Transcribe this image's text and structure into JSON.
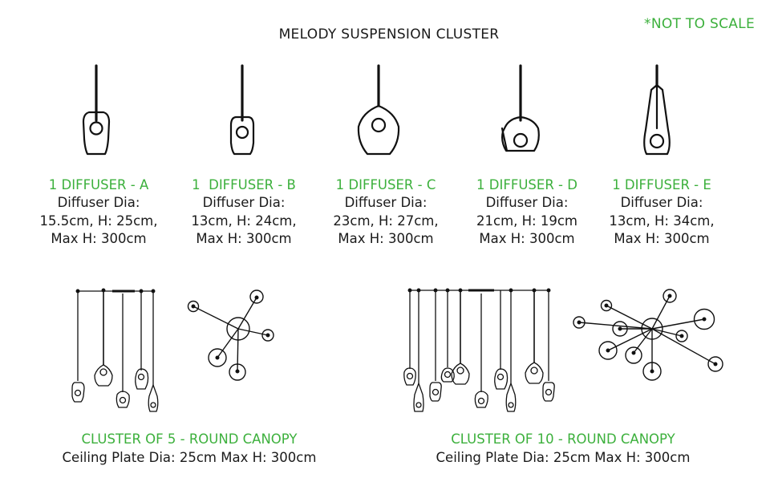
{
  "title": "MELODY SUSPENSION CLUSTER",
  "note": "*NOT TO SCALE",
  "diffusers": [
    {
      "name": "1 DIFFUSER - A",
      "line1": "Diffuser Dia:",
      "line2": "15.5cm, H: 25cm,",
      "line3": "Max H: 300cm"
    },
    {
      "name": "1  DIFFUSER - B",
      "line1": "Diffuser Dia:",
      "line2": "13cm, H: 24cm,",
      "line3": "Max H: 300cm"
    },
    {
      "name": "1 DIFFUSER - C",
      "line1": "Diffuser Dia:",
      "line2": "23cm, H: 27cm,",
      "line3": "Max H: 300cm"
    },
    {
      "name": "1 DIFFUSER - D",
      "line1": "Diffuser Dia:",
      "line2": "21cm, H: 19cm",
      "line3": "Max H: 300cm"
    },
    {
      "name": "1 DIFFUSER - E",
      "line1": "Diffuser Dia:",
      "line2": "13cm, H: 34cm,",
      "line3": "Max H: 300cm"
    }
  ],
  "clusters": [
    {
      "name": "CLUSTER OF 5 - ROUND CANOPY",
      "detail": "Ceiling Plate Dia: 25cm Max H: 300cm"
    },
    {
      "name": "CLUSTER OF 10 - ROUND CANOPY",
      "detail": "Ceiling Plate Dia: 25cm Max H: 300cm"
    }
  ],
  "colors": {
    "accent": "#3cb03c",
    "line": "#111111"
  }
}
